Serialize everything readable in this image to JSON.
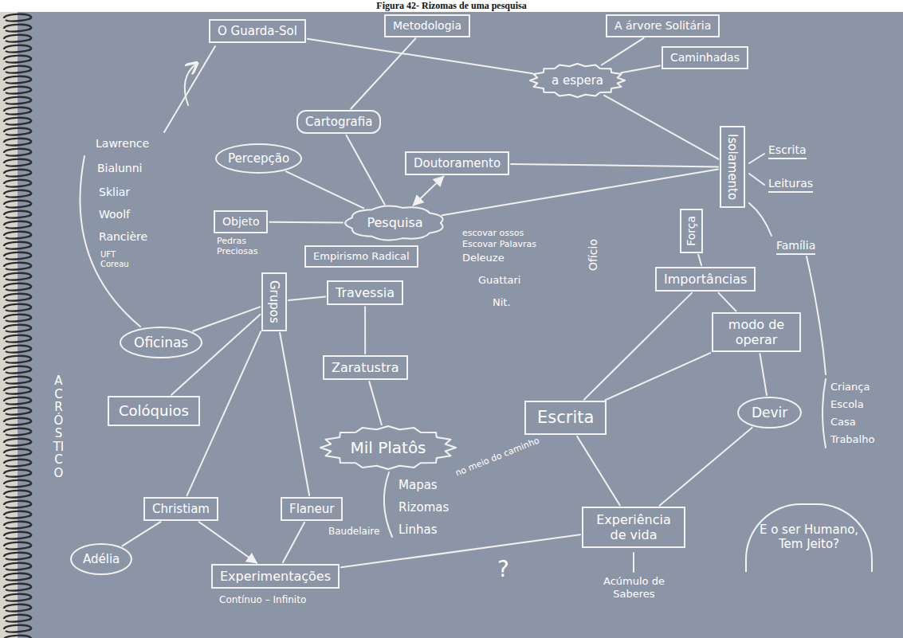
{
  "diagram": {
    "caption": "Figura 42- Rizomas de uma pesquisa",
    "nodes": [
      {
        "text": [
          "O Guarda-Sol"
        ]
      },
      {
        "text": [
          "Metodologia"
        ]
      },
      {
        "text": [
          "A árvore Solitária"
        ]
      },
      {
        "text": [
          "Caminhadas"
        ]
      },
      {
        "text": [
          "a espera"
        ]
      },
      {
        "text": [
          "Cartografia"
        ]
      },
      {
        "text": [
          "Isolamento"
        ]
      },
      {
        "text": [
          "Percepção"
        ]
      },
      {
        "text": [
          "Doutoramento"
        ]
      },
      {
        "text": [
          "Pesquisa"
        ]
      },
      {
        "text": [
          "Objeto"
        ]
      },
      {
        "text": [
          "Força"
        ]
      },
      {
        "text": [
          "Empirismo Radical"
        ]
      },
      {
        "text": [
          "Importâncias"
        ]
      },
      {
        "text": [
          "Grupos"
        ]
      },
      {
        "text": [
          "Travessia"
        ]
      },
      {
        "text": [
          "modo de operar"
        ]
      },
      {
        "text": [
          "Oficinas"
        ]
      },
      {
        "text": [
          "Zaratustra"
        ]
      },
      {
        "text": [
          "Colóquios"
        ]
      },
      {
        "text": [
          "Devir"
        ]
      },
      {
        "text": [
          "Escrita"
        ]
      },
      {
        "text": [
          "Mil Platôs"
        ]
      },
      {
        "text": [
          "Christiam"
        ]
      },
      {
        "text": [
          "Flaneur"
        ]
      },
      {
        "text": [
          "E o ser Humano, Tem Jeito?"
        ]
      },
      {
        "text": [
          "Experiência de vida"
        ]
      },
      {
        "text": [
          "Adélia"
        ]
      },
      {
        "text": [
          "Experimentações"
        ]
      }
    ],
    "edges": [
      {
        "from": 0,
        "to": 4,
        "arrow": "none"
      },
      {
        "from": 1,
        "to": 5,
        "arrow": "none"
      },
      {
        "from": 4,
        "to": 2,
        "arrow": "none"
      },
      {
        "from": 4,
        "to": 3,
        "arrow": "none"
      },
      {
        "from": 4,
        "to": 6,
        "arrow": "none"
      },
      {
        "from": 5,
        "to": 9,
        "arrow": "none"
      },
      {
        "from": 7,
        "to": 9,
        "arrow": "none"
      },
      {
        "from": 10,
        "to": 9,
        "arrow": "none"
      },
      {
        "from": 9,
        "to": 8,
        "arrow": "both"
      },
      {
        "from": 8,
        "to": 6,
        "arrow": "none"
      },
      {
        "from": 9,
        "to": 6,
        "arrow": "none"
      },
      {
        "from": 11,
        "to": 13,
        "arrow": "none"
      },
      {
        "from": 13,
        "to": 16,
        "arrow": "none"
      },
      {
        "from": 13,
        "to": 21,
        "arrow": "none"
      },
      {
        "from": 16,
        "to": 21,
        "arrow": "none"
      },
      {
        "from": 16,
        "to": 20,
        "arrow": "none"
      },
      {
        "from": 21,
        "to": 26,
        "arrow": "none"
      },
      {
        "from": 20,
        "to": 26,
        "arrow": "none"
      },
      {
        "from": 26,
        "to": 28,
        "arrow": "none"
      },
      {
        "from": 15,
        "to": 14,
        "arrow": "none"
      },
      {
        "from": 15,
        "to": 18,
        "arrow": "none"
      },
      {
        "from": 14,
        "to": 17,
        "arrow": "none"
      },
      {
        "from": 14,
        "to": 19,
        "arrow": "none"
      },
      {
        "from": 14,
        "to": 23,
        "arrow": "none"
      },
      {
        "from": 14,
        "to": 24,
        "arrow": "none"
      },
      {
        "from": 23,
        "to": 27,
        "arrow": "none"
      },
      {
        "from": 23,
        "to": 28,
        "arrow": "to"
      },
      {
        "from": 24,
        "to": 28,
        "arrow": "none"
      },
      {
        "from": 18,
        "to": 22,
        "arrow": "none"
      }
    ],
    "labels": [
      "Lawrence",
      "Escrita",
      "Bialunni",
      "Leituras",
      "Skliar",
      "Woolf",
      "Rancière",
      "escovar ossos",
      "Escovar Palavras",
      "Pedras Preciosas",
      "Ofício",
      "Família",
      "UFT Coreau",
      "Deleuze",
      "Guattari",
      "Nit.",
      "ACRÓSTICO",
      "Criança",
      "Escola",
      "Casa",
      "Trabalho",
      "no meio do caminho",
      "Mapas",
      "Rizomas",
      "Linhas",
      "Baudelaire",
      "?",
      "Acúmulo de Saberes",
      "Contínuo – Infinito"
    ]
  }
}
